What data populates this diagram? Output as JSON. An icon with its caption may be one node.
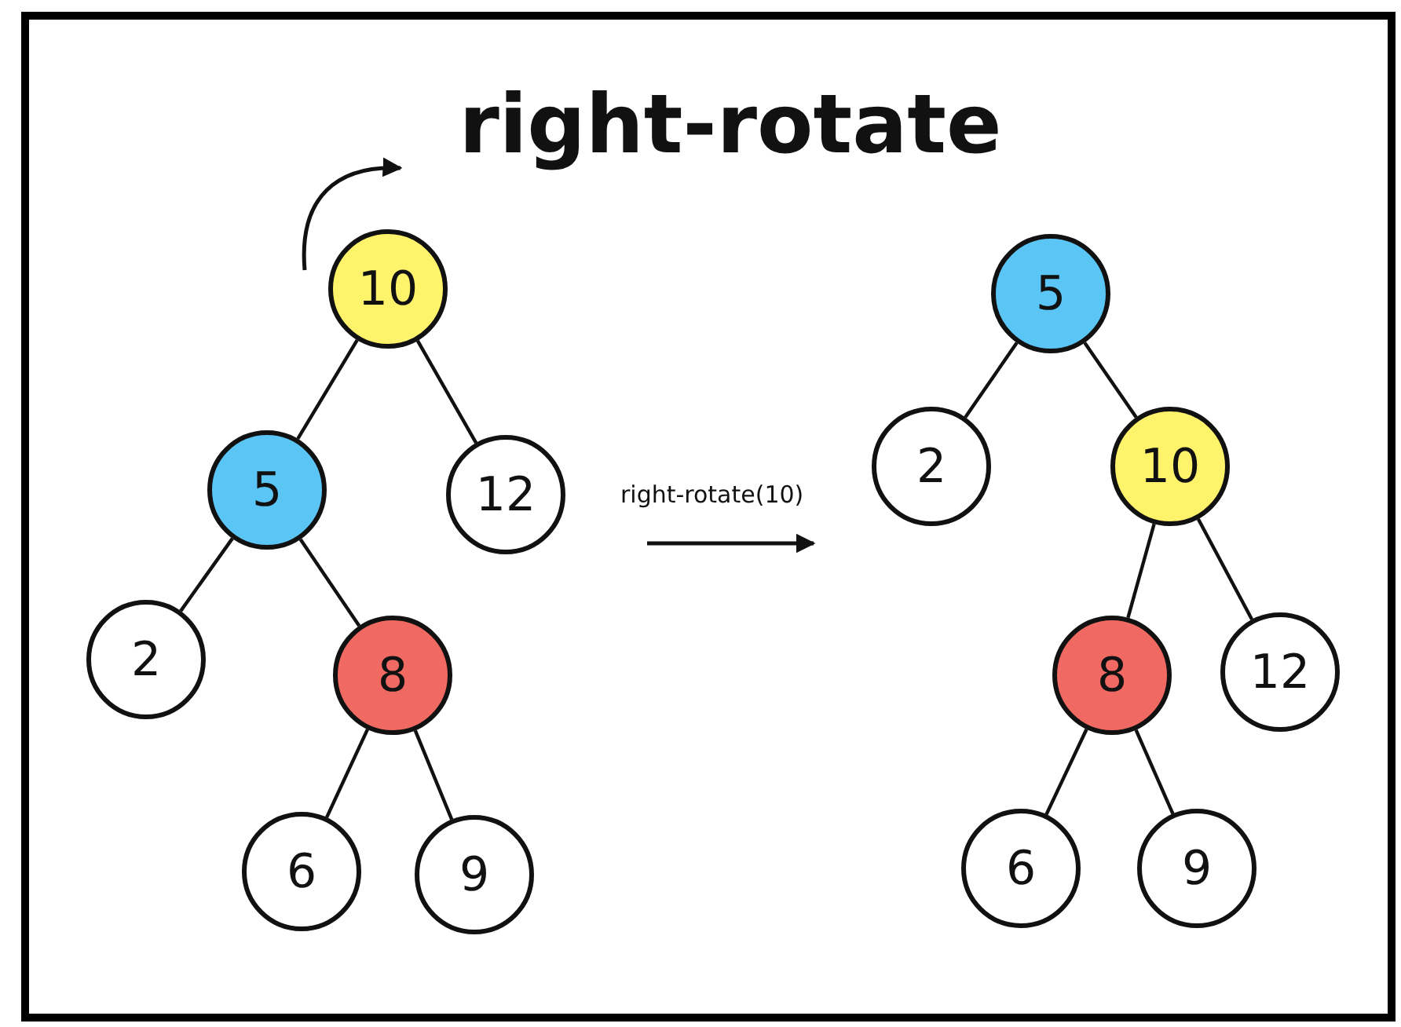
{
  "diagram": {
    "title": "right-rotate",
    "nodes": [
      {
        "text": [
          "10"
        ]
      },
      {
        "text": [
          "5"
        ]
      },
      {
        "text": [
          "12"
        ]
      },
      {
        "text": [
          "2"
        ]
      },
      {
        "text": [
          "8"
        ]
      },
      {
        "text": [
          "6"
        ]
      },
      {
        "text": [
          "9"
        ]
      },
      {
        "text": [
          "5"
        ]
      },
      {
        "text": [
          "2"
        ]
      },
      {
        "text": [
          "10"
        ]
      },
      {
        "text": [
          "8"
        ]
      },
      {
        "text": [
          "12"
        ]
      },
      {
        "text": [
          "6"
        ]
      },
      {
        "text": [
          "9"
        ]
      }
    ],
    "edges": [
      {
        "from": 0,
        "to": 1,
        "arrow": "none"
      },
      {
        "from": 0,
        "to": 2,
        "arrow": "none"
      },
      {
        "from": 1,
        "to": 3,
        "arrow": "none"
      },
      {
        "from": 1,
        "to": 4,
        "arrow": "none"
      },
      {
        "from": 4,
        "to": 5,
        "arrow": "none"
      },
      {
        "from": 4,
        "to": 6,
        "arrow": "none"
      },
      {
        "from": 7,
        "to": 8,
        "arrow": "none"
      },
      {
        "from": 7,
        "to": 9,
        "arrow": "none"
      },
      {
        "from": 9,
        "to": 10,
        "arrow": "none"
      },
      {
        "from": 9,
        "to": 11,
        "arrow": "none"
      },
      {
        "from": 10,
        "to": 12,
        "arrow": "none"
      },
      {
        "from": 10,
        "to": 13,
        "arrow": "none"
      }
    ],
    "labels": [
      "right-rotate(10)"
    ]
  }
}
